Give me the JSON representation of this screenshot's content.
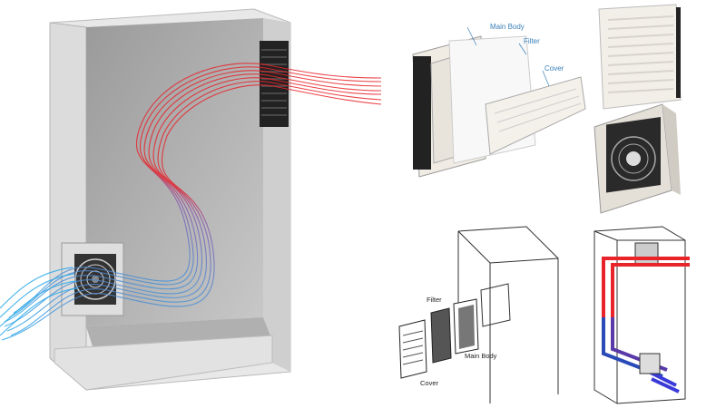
{
  "labels": {
    "top_main_body": "Main Body",
    "top_filter": "Filter",
    "top_cover": "Cover",
    "bottom_filter": "Filter",
    "bottom_main_body": "Main Body",
    "bottom_cover": "Cover"
  },
  "colors": {
    "hot_air": "#e8232a",
    "cool_air": "#2aa8e8",
    "label_blue": "#3a7fb8",
    "cabinet_body": "#e6e6e6"
  },
  "icons": [
    "cabinet-illustration",
    "fan-icon",
    "filter-grille-icon",
    "airflow-arrow-icon"
  ]
}
